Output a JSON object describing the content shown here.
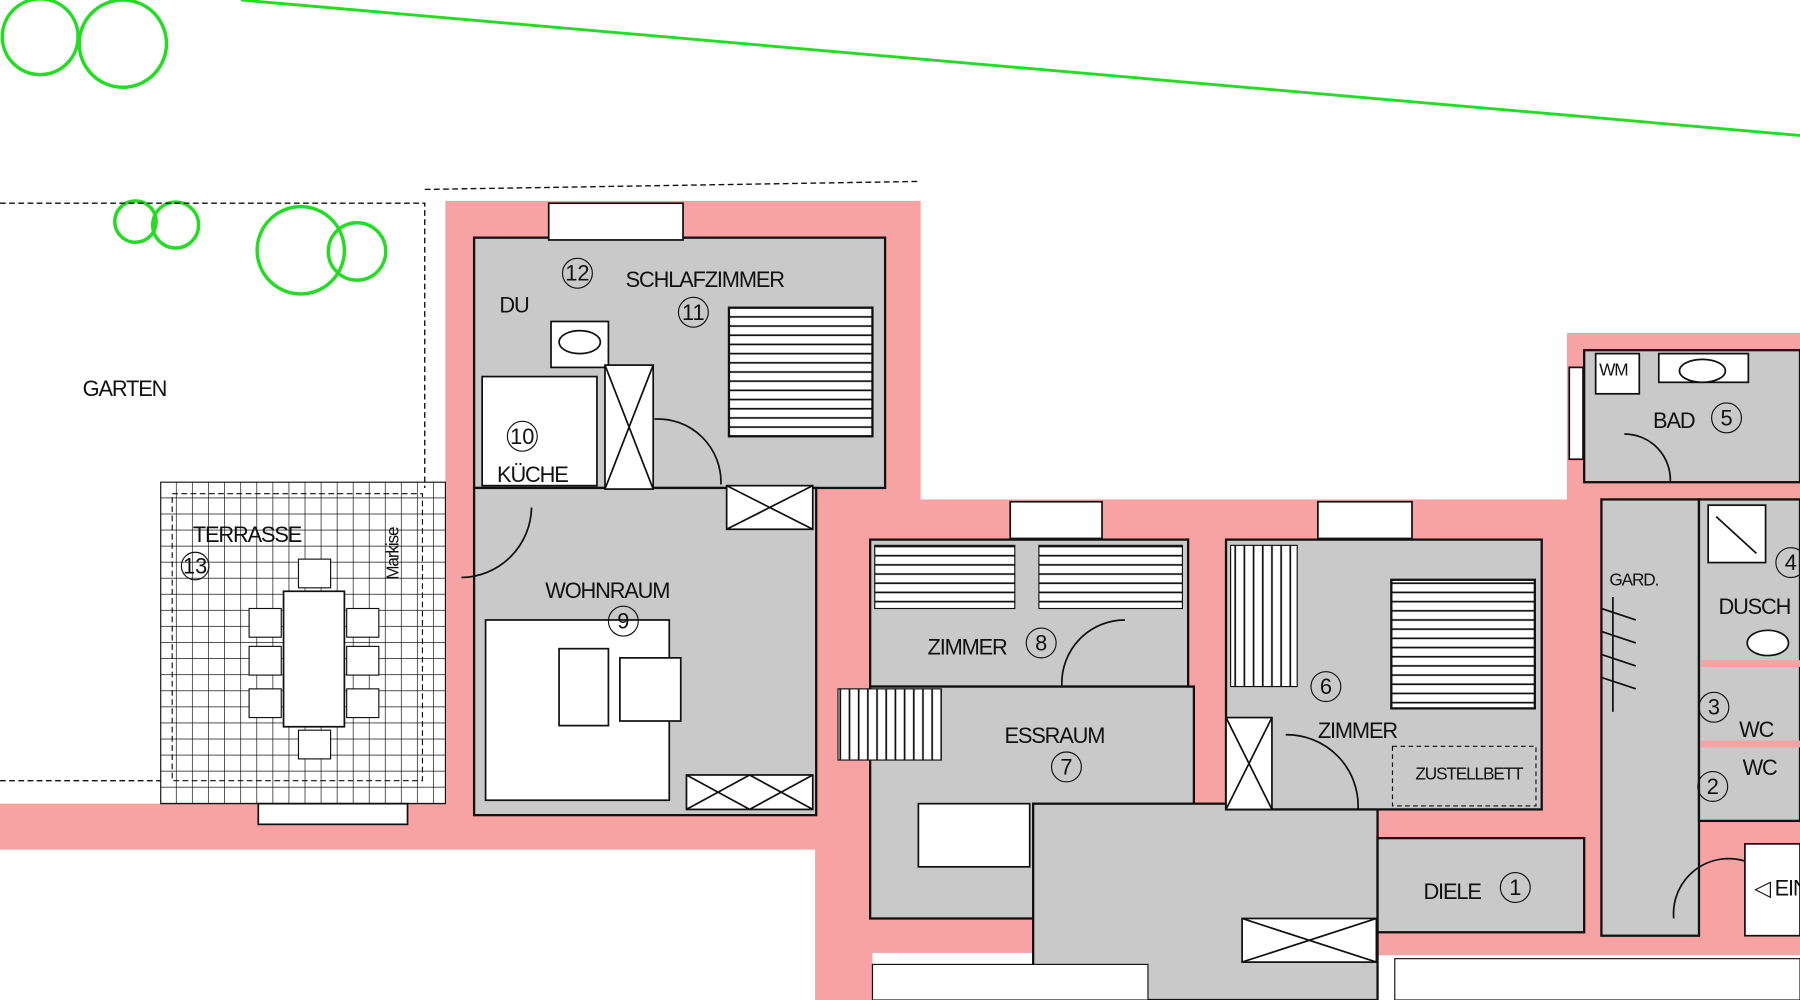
{
  "colors": {
    "wall": "#f7a3a3",
    "floor": "#c9c9c9",
    "trees": "#22dd22"
  },
  "labels": {
    "garten": "GARTEN",
    "terrasse": "TERRASSE",
    "terrasse_no": "13",
    "markise": "Markise",
    "schlafzimmer": "SCHLAFZIMMER",
    "schlafzimmer_no": "11",
    "du": "DU",
    "du_no": "12",
    "kueche": "KÜCHE",
    "kueche_no": "10",
    "wohnraum": "WOHNRAUM",
    "wohnraum_no": "9",
    "zimmer8": "ZIMMER",
    "zimmer8_no": "8",
    "essraum": "ESSRAUM",
    "essraum_no": "7",
    "zimmer6": "ZIMMER",
    "zimmer6_no": "6",
    "zustellbett": "ZUSTELLBETT",
    "diele": "DIELE",
    "diele_no": "1",
    "bad": "BAD",
    "bad_no": "5",
    "wm": "WM",
    "gard": "GARD.",
    "dusche": "DUSCH",
    "dusche_no": "4",
    "wc3": "WC",
    "wc3_no": "3",
    "wc2": "WC",
    "wc2_no": "2",
    "eingang": "◁ EIN"
  }
}
